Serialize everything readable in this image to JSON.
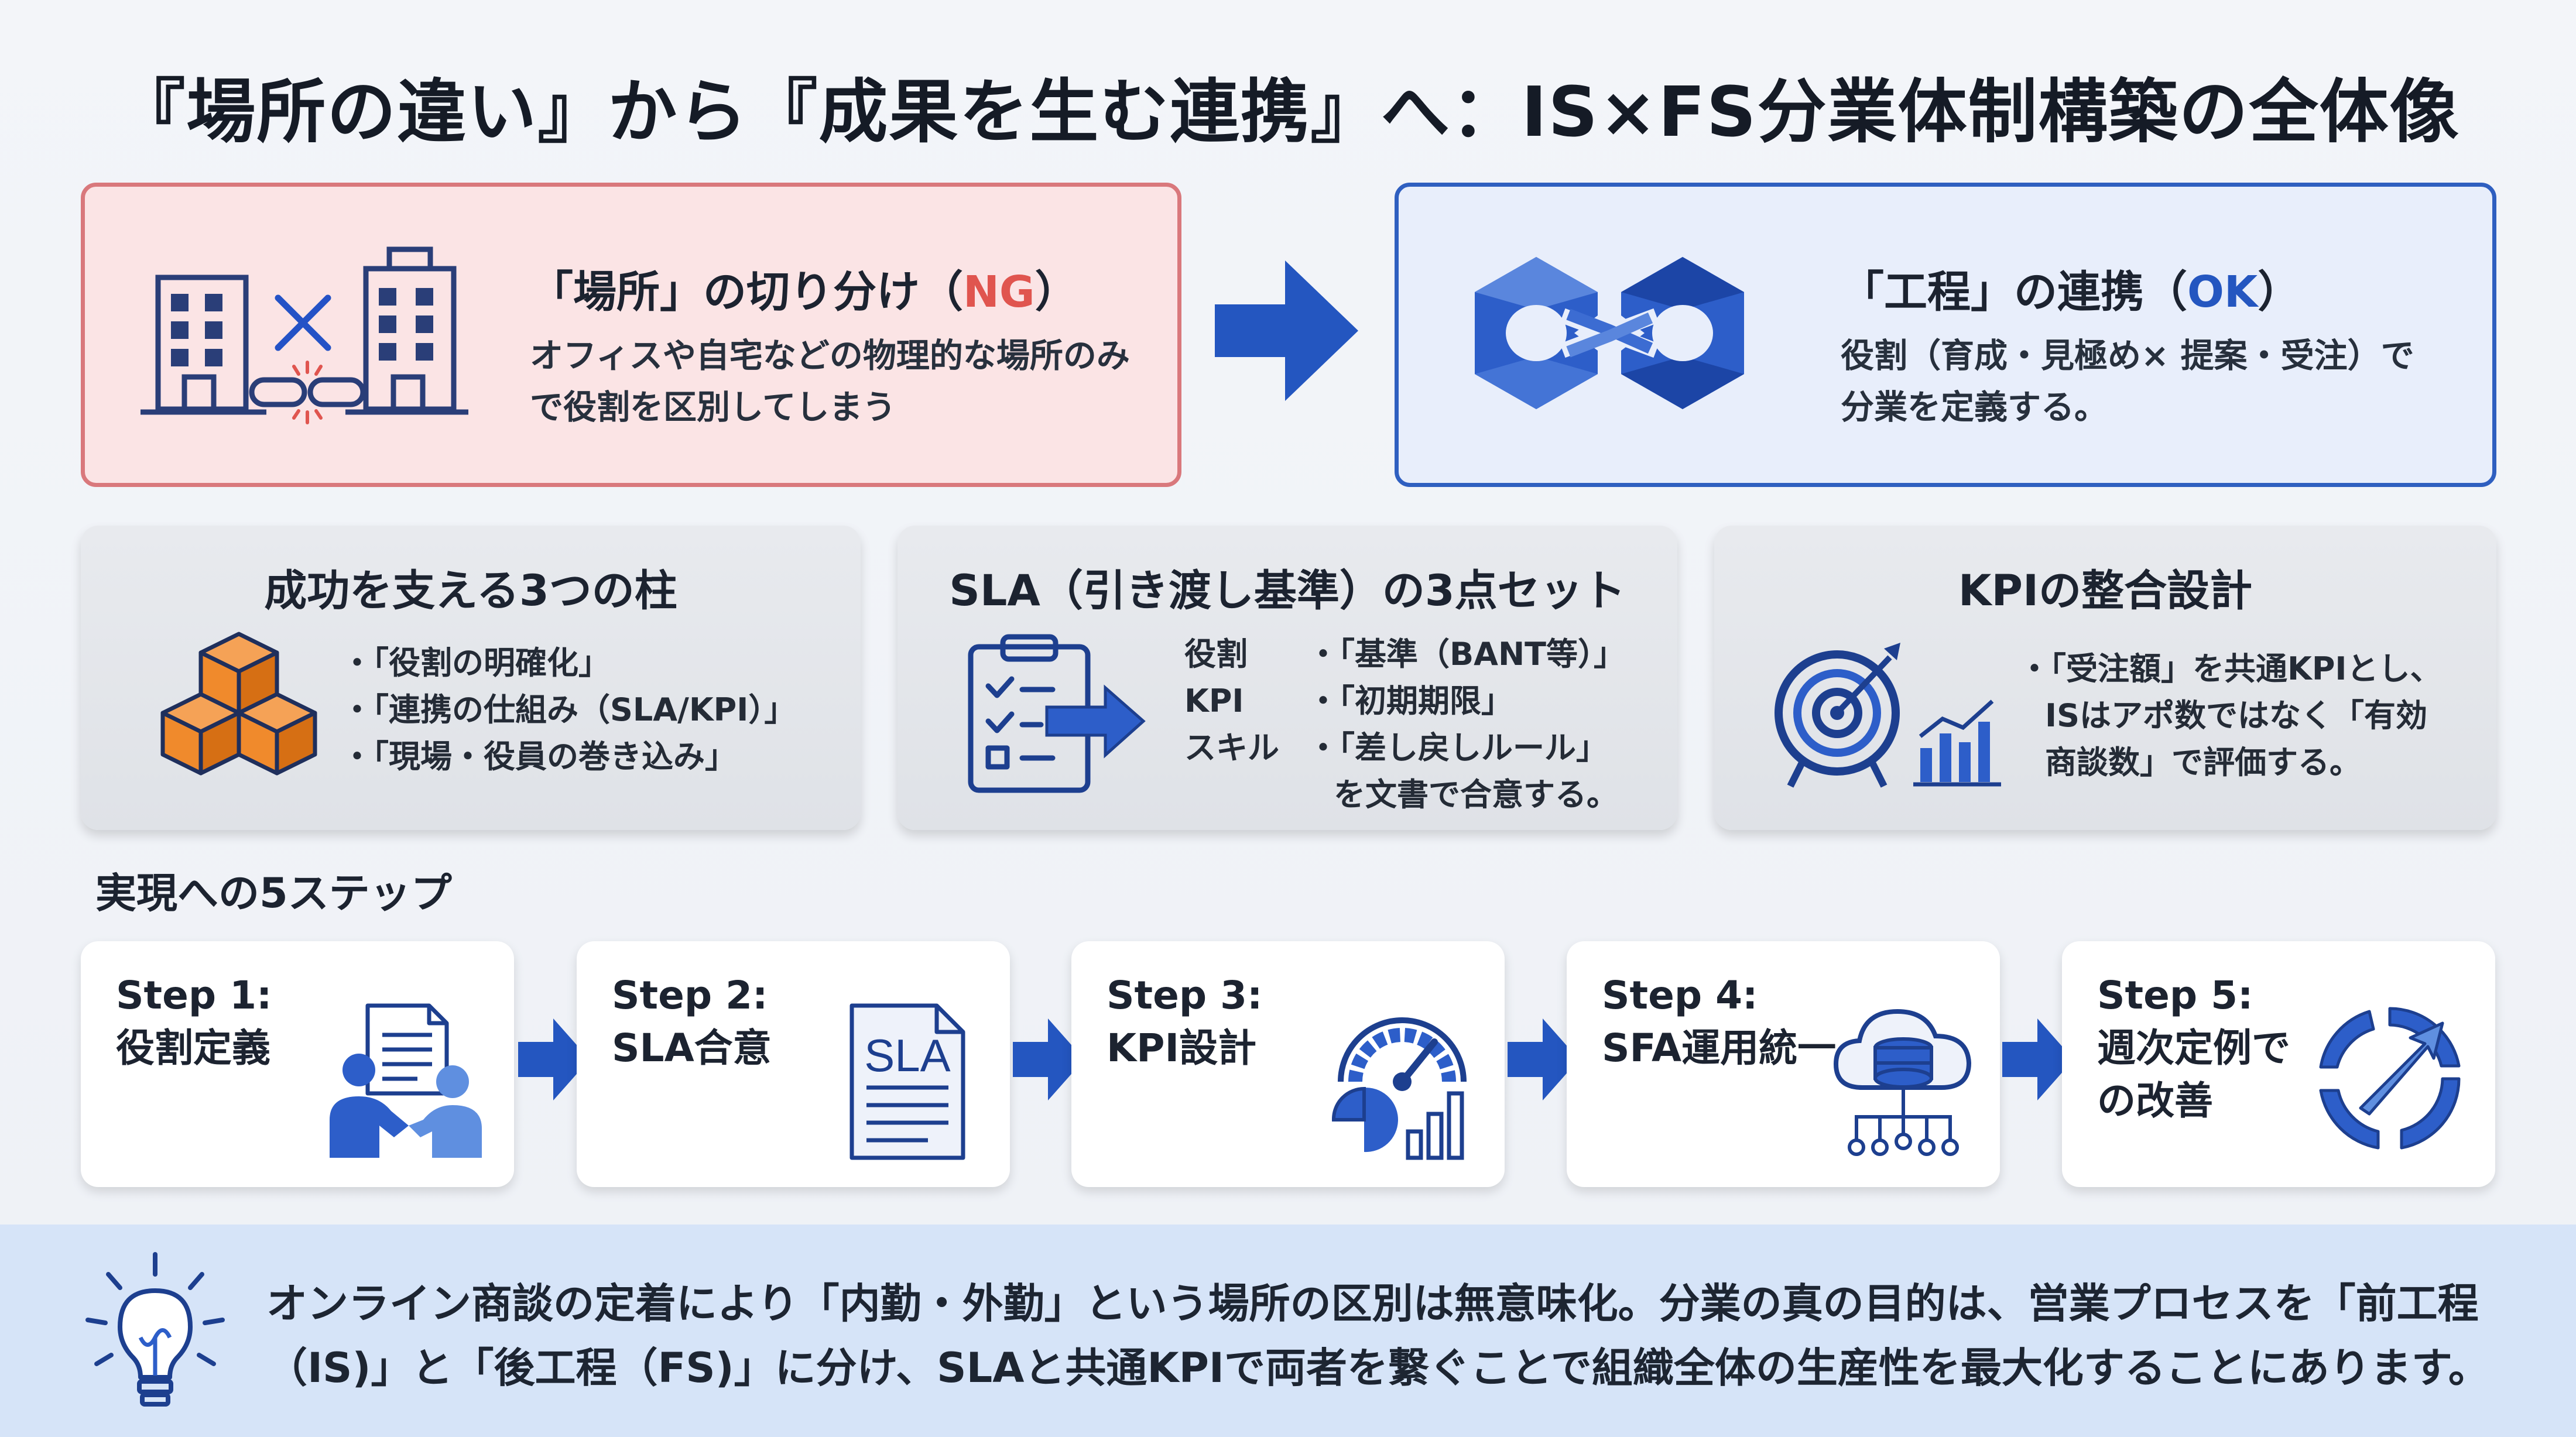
{
  "title": "『場所の違い』から『成果を生む連携』へ：IS×FS分業体制構築の全体像",
  "ng_panel": {
    "title_prefix": "「場所」の切り分け（",
    "title_tag": "NG",
    "title_suffix": "）",
    "desc_line1": "オフィスや自宅などの物理的な場所のみ",
    "desc_line2": "で役割を区別してしまう"
  },
  "ok_panel": {
    "title_prefix": "「工程」の連携（",
    "title_tag": "OK",
    "title_suffix": "）",
    "desc_line1": "役割（育成・見極め× 提案・受注）で",
    "desc_line2": "分業を定義する。"
  },
  "pillars": {
    "three_pillars": {
      "title": "成功を支える3つの柱",
      "items": [
        "・「役割の明確化」",
        "・「連携の仕組み（SLA/KPI）」",
        "・「現場・役員の巻き込み」"
      ]
    },
    "sla": {
      "title": "SLA（引き渡し基準）の3点セット",
      "labels": [
        "役割",
        "KPI",
        "スキル"
      ],
      "items": [
        "・「基準（BANT等）」",
        "・「初期期限」",
        "・「差し戻しルール」"
      ],
      "note": "を文書で合意する。"
    },
    "kpi": {
      "title": "KPIの整合設計",
      "lines": [
        "・「受注額」を共通KPIとし、",
        "ISはアポ数ではなく「有効",
        "商談数」で評価する。"
      ]
    }
  },
  "steps": {
    "heading": "実現への5ステップ",
    "items": [
      {
        "line1": "Step 1:",
        "line2": "役割定義",
        "icon": "handshake-document-icon"
      },
      {
        "line1": "Step 2:",
        "line2": "SLA合意",
        "icon": "sla-document-icon"
      },
      {
        "line1": "Step 3:",
        "line2": "KPI設計",
        "icon": "gauge-chart-icon"
      },
      {
        "line1": "Step 4:",
        "line2": "SFA運用統一",
        "icon": "cloud-database-icon"
      },
      {
        "line1": "Step 5:",
        "line2": "週次定例で",
        "line3": "の改善",
        "icon": "cycle-arrows-icon"
      }
    ],
    "sla_icon_text": "SLA"
  },
  "footer": {
    "line1": "オンライン商談の定着により「内勤・外勤」という場所の区別は無意味化。分業の真の目的は、営業プロセスを「前工程",
    "line2": "（IS)」と「後工程（FS)」に分け、SLAと共通KPIで両者を繋ぐことで組織全体の生産性を最大化することにあります。",
    "icon": "lightbulb-icon"
  },
  "colors": {
    "accent_blue": "#2456c0",
    "ng_red": "#e0554f",
    "ng_border": "#d9787c",
    "ok_border": "#2f5fc0",
    "cube_orange": "#f08a2c",
    "icon_navy": "#1d3f8f"
  }
}
